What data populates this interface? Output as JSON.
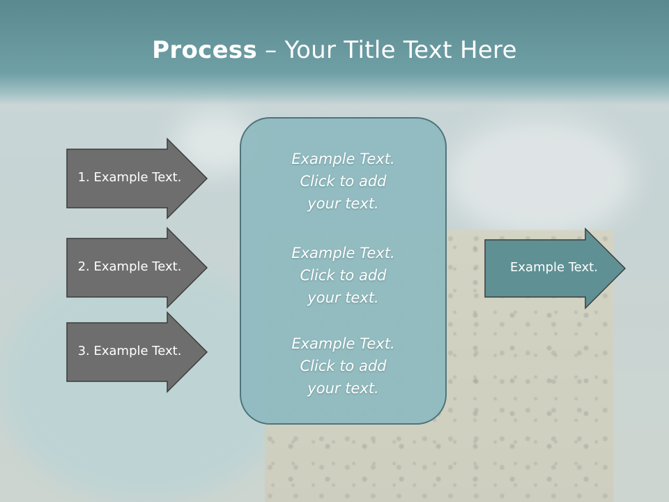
{
  "title": {
    "bold": "Process",
    "rest": " – Your Title Text Here"
  },
  "left_arrows": [
    {
      "label": "1. Example Text."
    },
    {
      "label": "2. Example Text."
    },
    {
      "label": "3. Example Text."
    }
  ],
  "center_box": {
    "blocks": [
      {
        "line1": "Example Text.",
        "line2": "Click  to add",
        "line3": "your text."
      },
      {
        "line1": "Example Text.",
        "line2": "Click  to add",
        "line3": "your text."
      },
      {
        "line1": "Example Text.",
        "line2": "Click  to add",
        "line3": "your text."
      }
    ]
  },
  "right_arrow": {
    "label": "Example Text."
  },
  "colors": {
    "title_band": "#6a9ca2",
    "left_arrow_fill": "#6e6e6e",
    "center_box_fill": "#8fbac0",
    "right_arrow_fill": "#5f9094",
    "outline": "#3c3c3c"
  }
}
